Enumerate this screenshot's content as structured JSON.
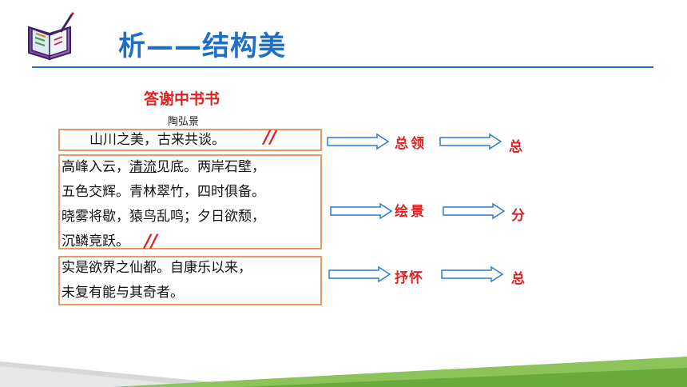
{
  "header": {
    "title": "析——结构美"
  },
  "poem": {
    "title": "答谢中书书",
    "author": "陶弘景",
    "section1": "山川之美，古来共谈。",
    "section2_lines": [
      "高峰入云，",
      "清流",
      "见底。两岸石壁，",
      "五色交辉。青林翠竹，四时俱备。",
      "晓雾将歇，猿鸟乱鸣；夕日欲颓，",
      "沉鳞竞跃。"
    ],
    "section3_lines": [
      "实是欲界之仙都。自康乐以来，",
      "未复有能与其奇者。"
    ],
    "slash_mark": "//"
  },
  "structure": [
    {
      "label": "总领",
      "summary": "总"
    },
    {
      "label": "绘景",
      "summary": "分"
    },
    {
      "label": "抒怀",
      "summary": "总"
    }
  ],
  "colors": {
    "accent_blue": "#1f6fc7",
    "red": "#e02020",
    "box_border": "#e59a66",
    "arrow_blue": "#2a7bd6"
  }
}
